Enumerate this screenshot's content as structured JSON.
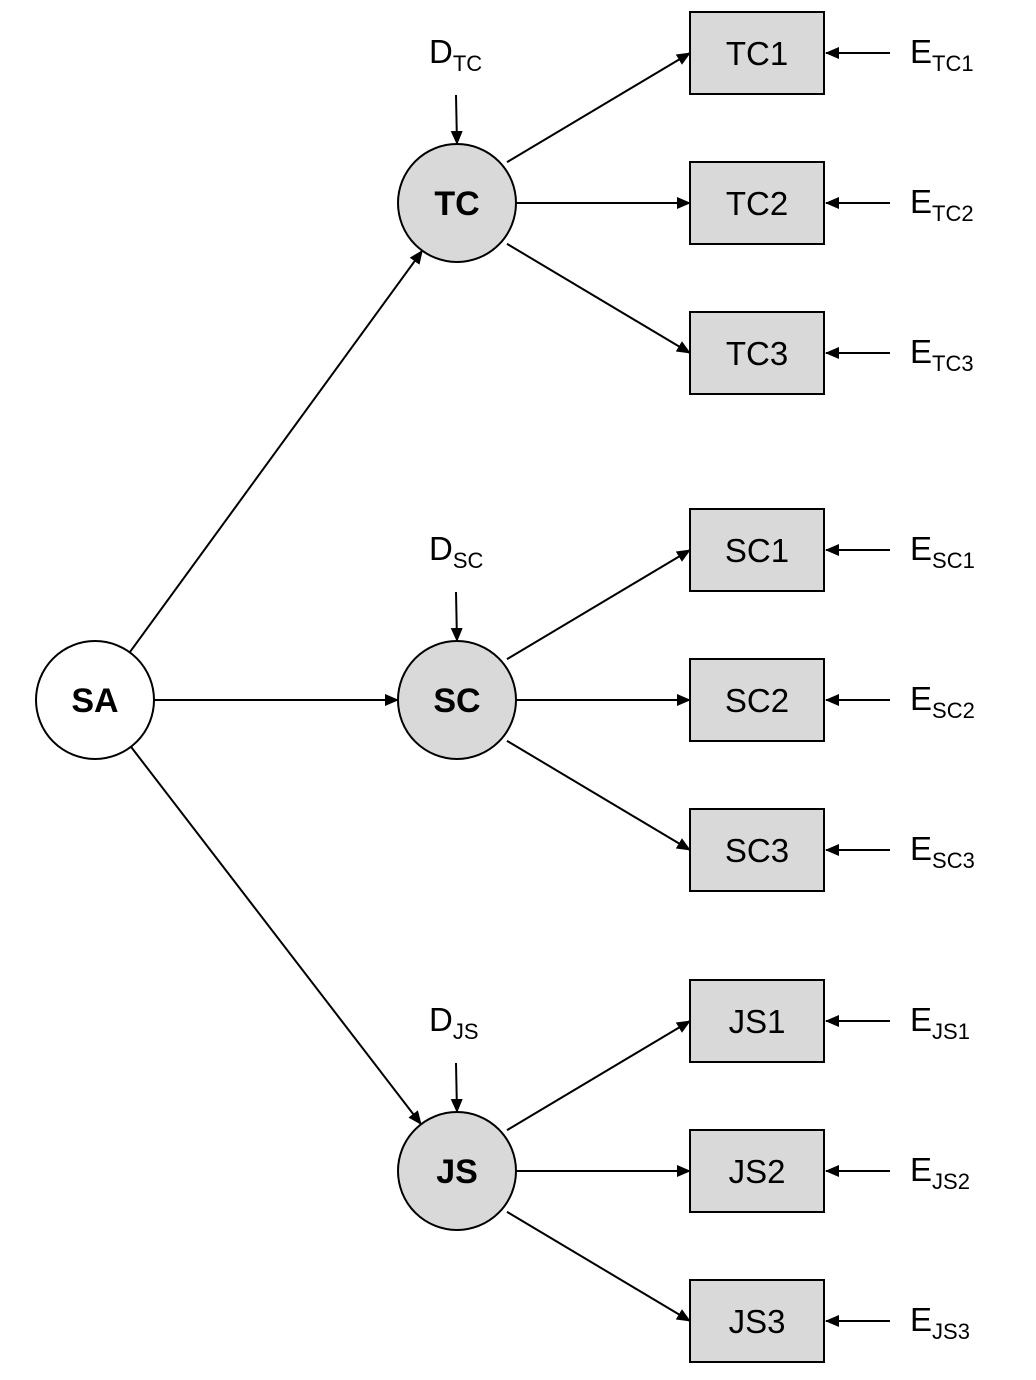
{
  "diagram": {
    "exogenous": {
      "id": "SA",
      "label": "SA",
      "fill": "#ffffff"
    },
    "latents": [
      {
        "id": "TC",
        "label": "TC",
        "disturbance": {
          "main": "D",
          "sub": "TC"
        },
        "indicators": [
          {
            "label": "TC1",
            "error": {
              "main": "E",
              "sub": "TC1"
            }
          },
          {
            "label": "TC2",
            "error": {
              "main": "E",
              "sub": "TC2"
            }
          },
          {
            "label": "TC3",
            "error": {
              "main": "E",
              "sub": "TC3"
            }
          }
        ]
      },
      {
        "id": "SC",
        "label": "SC",
        "disturbance": {
          "main": "D",
          "sub": "SC"
        },
        "indicators": [
          {
            "label": "SC1",
            "error": {
              "main": "E",
              "sub": "SC1"
            }
          },
          {
            "label": "SC2",
            "error": {
              "main": "E",
              "sub": "SC2"
            }
          },
          {
            "label": "SC3",
            "error": {
              "main": "E",
              "sub": "SC3"
            }
          }
        ]
      },
      {
        "id": "JS",
        "label": "JS",
        "disturbance": {
          "main": "D",
          "sub": "JS"
        },
        "indicators": [
          {
            "label": "JS1",
            "error": {
              "main": "E",
              "sub": "JS1"
            }
          },
          {
            "label": "JS2",
            "error": {
              "main": "E",
              "sub": "JS2"
            }
          },
          {
            "label": "JS3",
            "error": {
              "main": "E",
              "sub": "JS3"
            }
          }
        ]
      }
    ],
    "colors": {
      "latent_fill": "#d9d9d9",
      "indicator_fill": "#d9d9d9",
      "stroke": "#000000"
    }
  }
}
